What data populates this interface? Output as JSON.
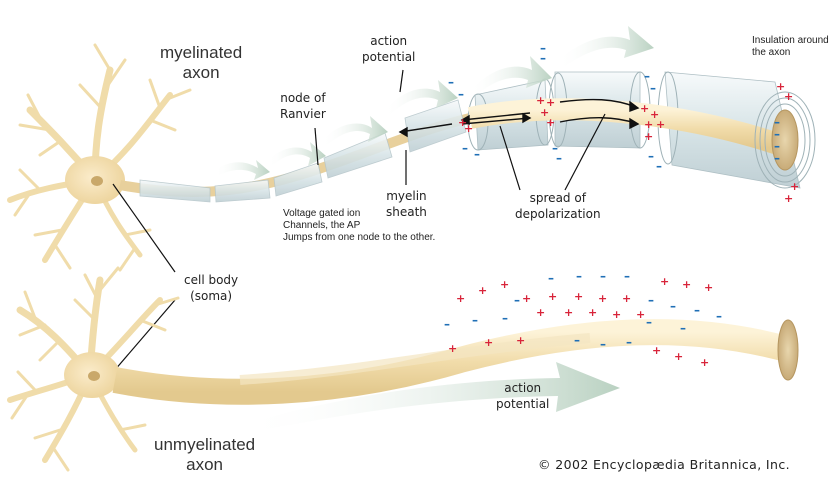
{
  "labels": {
    "myelinated_line1": "myelinated",
    "myelinated_line2": "axon",
    "action_potential_top_1": "action",
    "action_potential_top_2": "potential",
    "node_of_ranvier_1": "node of",
    "node_of_ranvier_2": "Ranvier",
    "myelin_sheath_1": "myelin",
    "myelin_sheath_2": "sheath",
    "spread_1": "spread of",
    "spread_2": "depolarization",
    "note_1": "Voltage gated ion",
    "note_2": "Channels, the AP",
    "note_3": "Jumps from one node to the other.",
    "insulation_1": "Insulation around",
    "insulation_2": "the axon",
    "cell_body_1": "cell body",
    "cell_body_2": "(soma)",
    "action_potential_bottom_1": "action",
    "action_potential_bottom_2": "potential",
    "unmyelinated_line1": "unmyelinated",
    "unmyelinated_line2": "axon",
    "copyright": "© 2002 Encyclopædia Britannica, Inc."
  },
  "charges": {
    "plus": "+",
    "minus": "–"
  },
  "colors": {
    "axon": "#f3e1b4",
    "sheath": "#e5eef0",
    "plus": "#d8243a",
    "minus": "#1f6fb6",
    "arrow": "#c9dccf"
  }
}
